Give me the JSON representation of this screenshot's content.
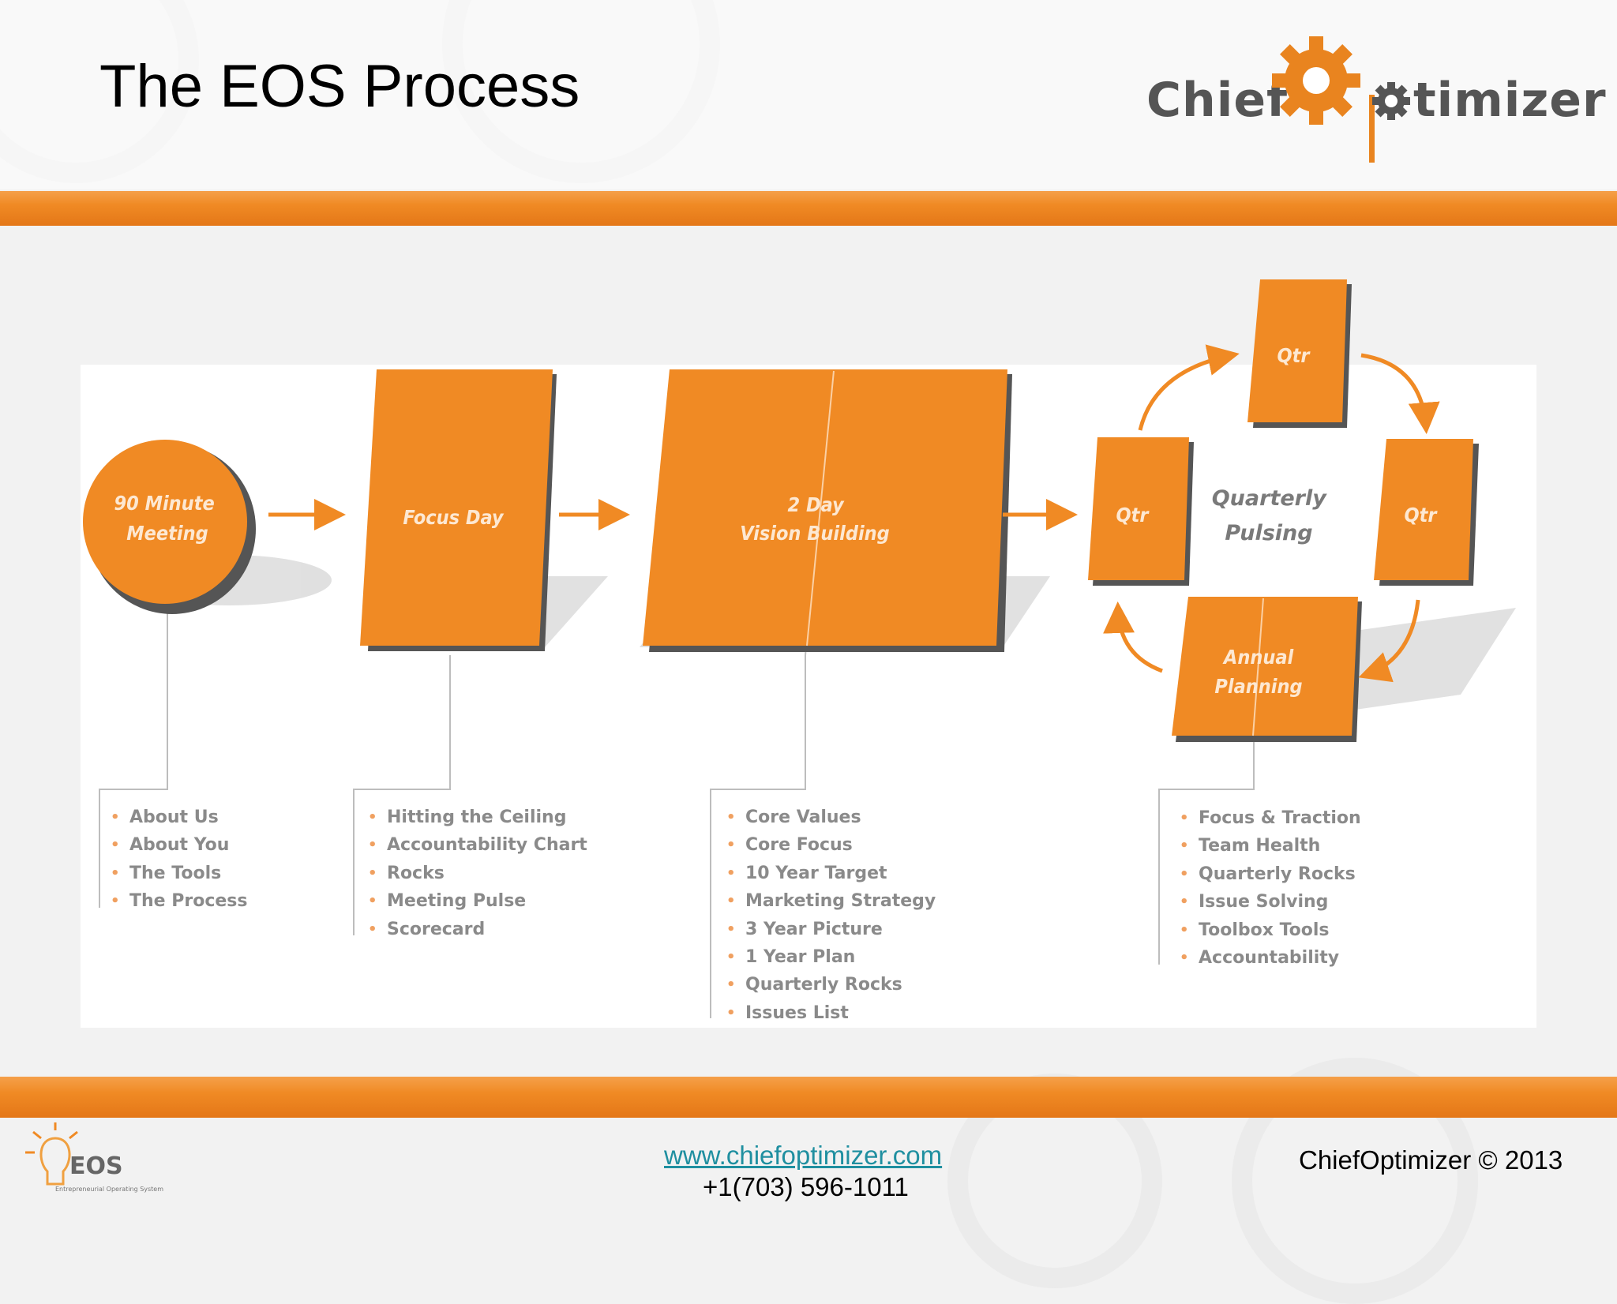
{
  "slide": {
    "title": "The EOS Process",
    "logo_text_left": "Chief",
    "logo_text_right": "timizer",
    "colors": {
      "accent": "#f08a24",
      "box": "#f08a24",
      "box_side": "#555555",
      "text_gray": "#8a8a8a"
    }
  },
  "diagram": {
    "nodes": {
      "meeting": [
        "90 Minute",
        "Meeting"
      ],
      "focus": [
        "Focus Day"
      ],
      "vision": [
        "2 Day",
        "Vision Building"
      ],
      "qtr_left": [
        "Qtr"
      ],
      "qtr_top": [
        "Qtr"
      ],
      "qtr_right": [
        "Qtr"
      ],
      "annual": [
        "Annual",
        "Planning"
      ],
      "center": [
        "Quarterly",
        "Pulsing"
      ]
    },
    "lists": {
      "meeting": [
        "About Us",
        "About You",
        "The Tools",
        "The Process"
      ],
      "focus": [
        "Hitting the Ceiling",
        "Accountability Chart",
        "Rocks",
        "Meeting Pulse",
        "Scorecard"
      ],
      "vision": [
        "Core Values",
        "Core Focus",
        "10 Year Target",
        "Marketing Strategy",
        "3 Year Picture",
        "1 Year Plan",
        "Quarterly Rocks",
        "Issues List"
      ],
      "annual": [
        "Focus & Traction",
        "Team Health",
        "Quarterly Rocks",
        "Issue Solving",
        "Toolbox Tools",
        "Accountability"
      ]
    }
  },
  "footer": {
    "url": "www.chiefoptimizer.com",
    "phone": "+1(703) 596-1011",
    "copyright": "ChiefOptimizer © 2013",
    "eos_logo_text": "EOS",
    "eos_tagline": "Entrepreneurial Operating System"
  }
}
